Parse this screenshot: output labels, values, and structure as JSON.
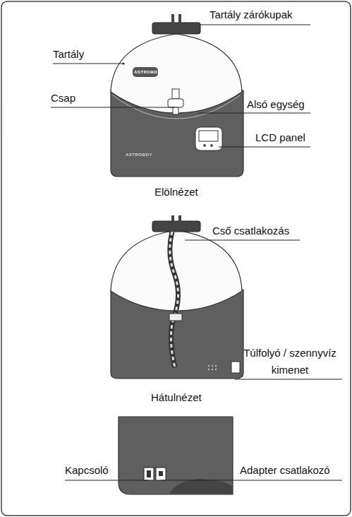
{
  "diagram": {
    "labels": [
      "Tartály zárókupak",
      "Tartály",
      "ASTROBOY",
      "Csap",
      "Alsó egység",
      "LCD panel",
      "ASTROBOY",
      "Elölnézet",
      "Cső csatlakozás",
      "Túlfolyó / szennyvíz kimenet",
      "Hátulnézet",
      "Kapcsoló",
      "Adapter csatlakozó"
    ]
  }
}
